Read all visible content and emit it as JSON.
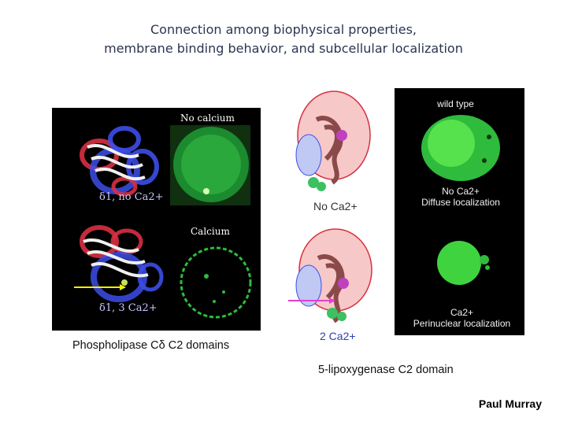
{
  "title_line1": "Connection among biophysical properties,",
  "title_line2": "membrane binding behavior, and subcellular localization",
  "left_panel": {
    "top_label": "No calcium",
    "top_structure_label": "δ1, no Ca2+",
    "bottom_label": "Calcium",
    "bottom_structure_label": "δ1, 3 Ca2+",
    "caption": "Phospholipase Cδ C2 domains"
  },
  "middle_panel": {
    "top_label": "No Ca2+",
    "bottom_label": "2 Ca2+"
  },
  "right_panel": {
    "header": "wild type",
    "top_label_line1": "No Ca2+",
    "top_label_line2": "Diffuse localization",
    "bottom_label_line1": "Ca2+",
    "bottom_label_line2": "Perinuclear localization",
    "caption": "5-lipoxygenase C2 domain"
  },
  "author": "Paul Murray",
  "colors": {
    "cell_green": "#3fd43f",
    "mesh_red": "#d83040",
    "mesh_blue": "#3c4ee8",
    "arrow_yellow": "#f0f000",
    "arrow_magenta": "#e040d0"
  }
}
